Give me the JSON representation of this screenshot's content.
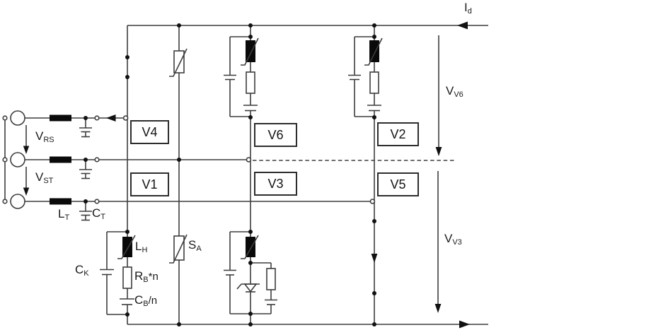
{
  "diagram": {
    "kind": "three-phase thyristor bridge circuit schematic",
    "valve_rows": {
      "top": [
        "V4",
        "V6",
        "V2"
      ],
      "bottom": [
        "V1",
        "V3",
        "V5"
      ]
    }
  },
  "valves": [
    {
      "id": "v4",
      "label": "V4"
    },
    {
      "id": "v1",
      "label": "V1"
    },
    {
      "id": "v6",
      "label": "V6"
    },
    {
      "id": "v3",
      "label": "V3"
    },
    {
      "id": "v2",
      "label": "V2"
    },
    {
      "id": "v5",
      "label": "V5"
    }
  ],
  "labels": {
    "i_d": {
      "base": "I",
      "sub": "d"
    },
    "v_v6": {
      "base": "V",
      "sub": "V6"
    },
    "v_v3": {
      "base": "V",
      "sub": "V3"
    },
    "v_rs": {
      "base": "V",
      "sub": "RS"
    },
    "v_st": {
      "base": "V",
      "sub": "ST"
    },
    "l_t": {
      "base": "L",
      "sub": "T"
    },
    "c_t": {
      "base": "C",
      "sub": "T"
    },
    "l_h": {
      "base": "L",
      "sub": "H"
    },
    "c_k": {
      "base": "C",
      "sub": "K"
    },
    "s_a": {
      "base": "S",
      "sub": "A"
    },
    "r_b_n": {
      "base": "R",
      "sub": "B",
      "suffix": "*n"
    },
    "c_b_n": {
      "base": "C",
      "sub": "B",
      "suffix": "/n"
    }
  },
  "colors": {
    "line": "#3d3d3d",
    "component_fill": "#0a0a0a",
    "box_border": "#2d2d2d",
    "text": "#1a1a1a",
    "background": "#ffffff"
  }
}
